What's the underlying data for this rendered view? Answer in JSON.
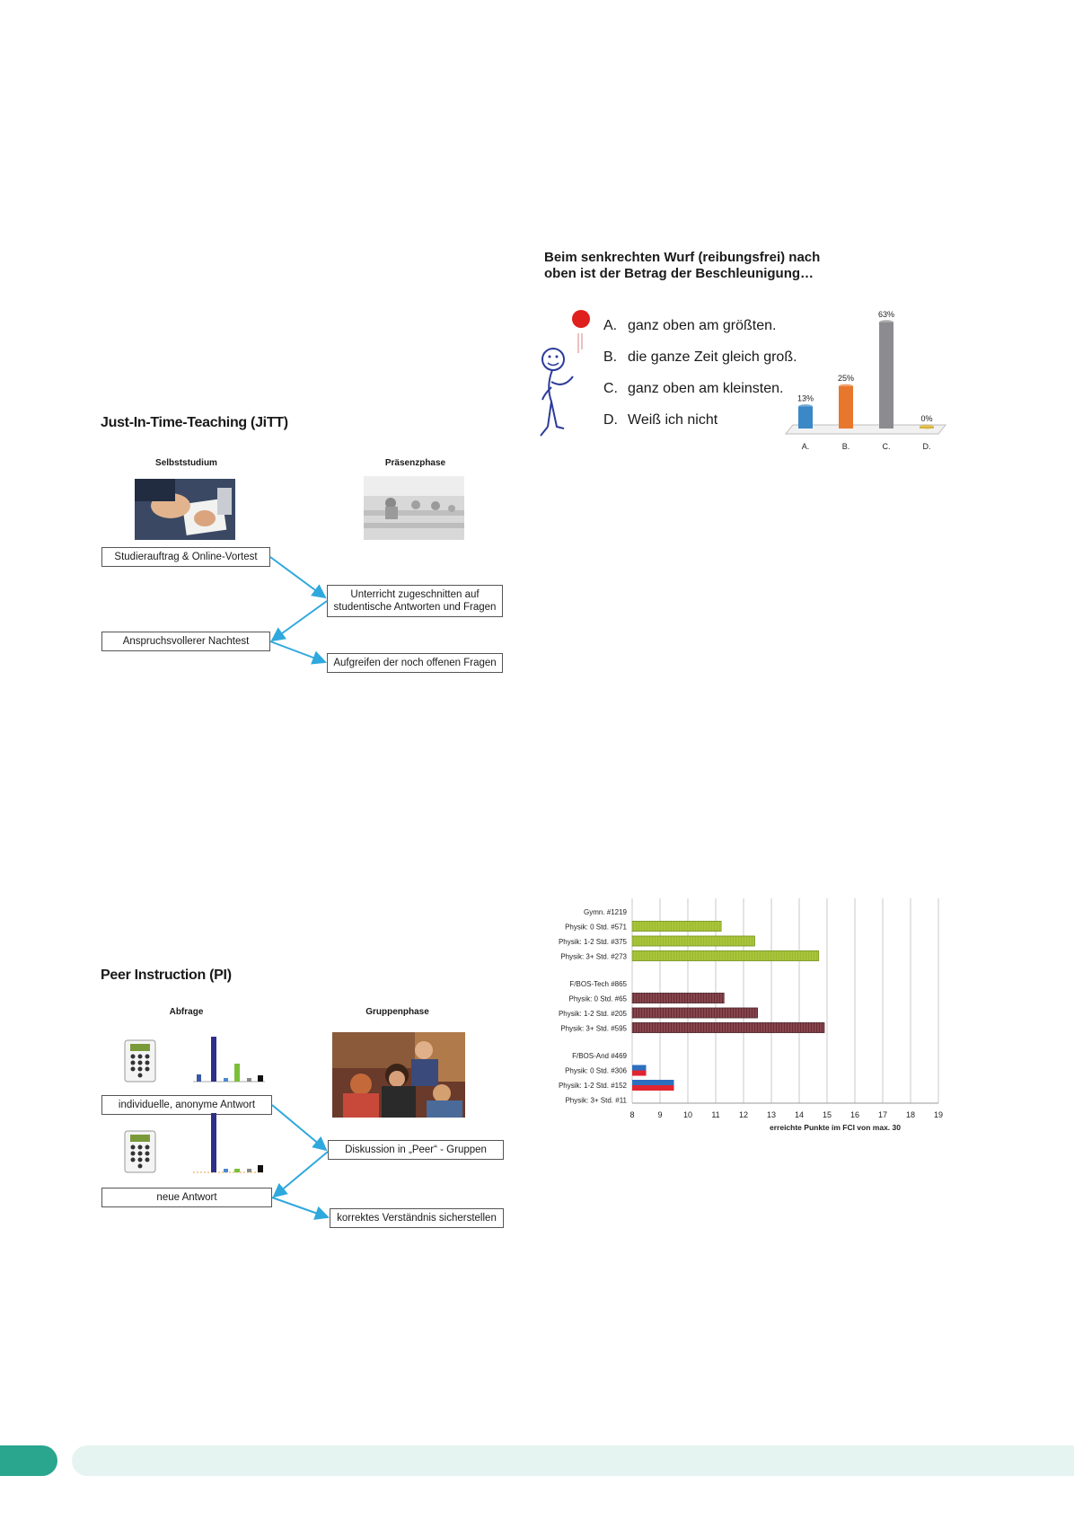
{
  "jitt": {
    "title": "Just-In-Time-Teaching (JiTT)",
    "col_left": "Selbststudium",
    "col_right": "Präsenzphase",
    "boxes": [
      "Studierauftrag & Online-Vortest",
      "Unterricht zugeschnitten auf studentische Antworten und Fragen",
      "Anspruchsvollerer Nachtest",
      "Aufgreifen der noch offenen Fragen"
    ]
  },
  "pi": {
    "title": "Peer Instruction (PI)",
    "col_left": "Abfrage",
    "col_right": "Gruppenphase",
    "boxes": [
      "individuelle, anonyme Antwort",
      "Diskussion in „Peer“ - Gruppen",
      "neue Antwort",
      "korrektes Verständnis sicherstellen"
    ]
  },
  "quiz": {
    "title_line1": "Beim senkrechten Wurf (reibungsfrei) nach",
    "title_line2": "oben ist der Betrag der Beschleunigung…",
    "options": [
      {
        "letter": "A.",
        "text": "ganz oben am größten."
      },
      {
        "letter": "B.",
        "text": "die ganze Zeit gleich groß."
      },
      {
        "letter": "C.",
        "text": "ganz oben am kleinsten."
      },
      {
        "letter": "D.",
        "text": "Weiß ich nicht"
      }
    ]
  },
  "chart_data": [
    {
      "type": "bar",
      "categories": [
        "A.",
        "B.",
        "C.",
        "D."
      ],
      "values": [
        13,
        25,
        63,
        0
      ],
      "data_labels": [
        "13%",
        "25%",
        "63%",
        "0%"
      ],
      "colors": [
        "#3b88c8",
        "#e8772e",
        "#8c8c90",
        "#d9b33a"
      ],
      "ylim": [
        0,
        65
      ]
    },
    {
      "type": "bar",
      "orientation": "horizontal",
      "xlabel": "erreichte Punkte im FCI von max. 30",
      "xlim": [
        8,
        19
      ],
      "x_ticks": [
        "8",
        "9",
        "10",
        "11",
        "12",
        "13",
        "14",
        "15",
        "16",
        "17",
        "18",
        "19"
      ],
      "rows": [
        {
          "label": "Gymn. #1219",
          "value": null,
          "group": 0,
          "header": true
        },
        {
          "label": "Physik: 0 Std. #571",
          "value": 11.2,
          "group": 0
        },
        {
          "label": "Physik: 1-2 Std. #375",
          "value": 12.4,
          "group": 0
        },
        {
          "label": "Physik: 3+ Std. #273",
          "value": 14.7,
          "group": 0
        },
        {
          "label": "F/BOS-Tech #865",
          "value": null,
          "group": 1,
          "header": true
        },
        {
          "label": "Physik: 0 Std. #65",
          "value": 11.3,
          "group": 1
        },
        {
          "label": "Physik: 1-2 Std. #205",
          "value": 12.5,
          "group": 1
        },
        {
          "label": "Physik: 3+ Std. #595",
          "value": 14.9,
          "group": 1
        },
        {
          "label": "F/BOS-And #469",
          "value": null,
          "group": 2,
          "header": true
        },
        {
          "label": "Physik: 0 Std. #306",
          "value": 8.5,
          "group": 2
        },
        {
          "label": "Physik: 1-2 Std. #152",
          "value": 9.5,
          "group": 2
        },
        {
          "label": "Physik: 3+ Std. #11",
          "value": null,
          "group": 2
        }
      ],
      "colors": [
        "#9dbb2b",
        "#6e2a33",
        "#2d6fbf"
      ]
    }
  ]
}
